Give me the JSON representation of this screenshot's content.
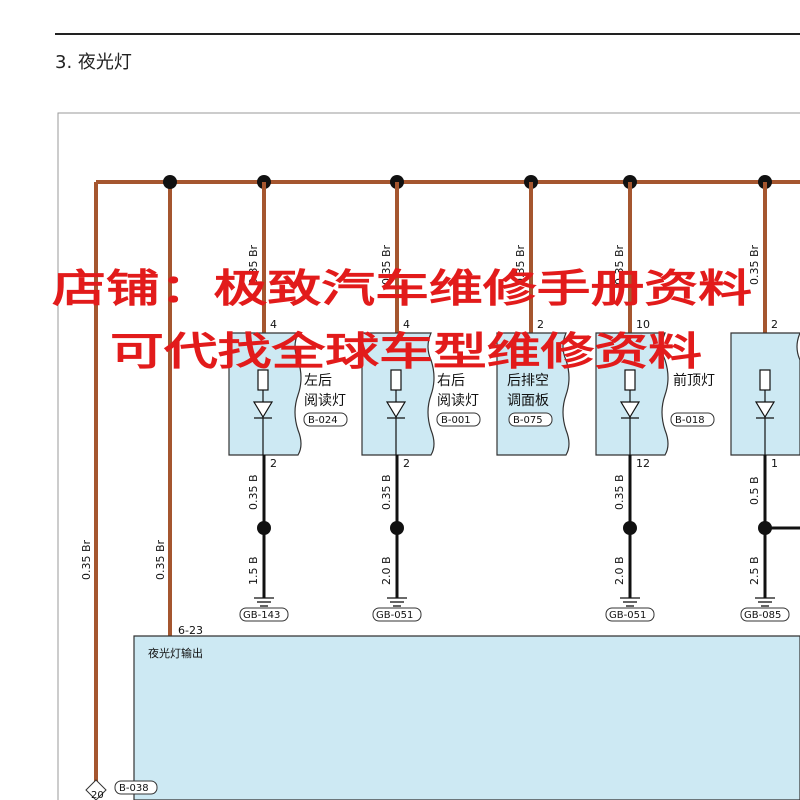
{
  "page": {
    "title": "3. 夜光灯"
  },
  "colors": {
    "wire_brown": "#a5562f",
    "wire_black": "#111111",
    "module_fill": "#cde9f3",
    "frame": "#999999",
    "watermark": "#e21b1b"
  },
  "wires": {
    "left_bus_label": "0.35 Br",
    "input_wire_label": "0.35 Br",
    "input_pin": "6-23",
    "ground_pin": "20",
    "ground_connector": "B-038"
  },
  "ecu": {
    "label": "夜光灯输出"
  },
  "branches": [
    {
      "top_wire": "0.35 Br",
      "top_pin": "4",
      "name_line1": "左后",
      "name_line2": "阅读灯",
      "connector": "B-024",
      "bottom_pin": "2",
      "bottom_wire": "0.35 B",
      "ground_wire": "1.5 B",
      "ground": "GB-143"
    },
    {
      "top_wire": "0.35 Br",
      "top_pin": "4",
      "name_line1": "右后",
      "name_line2": "阅读灯",
      "connector": "B-001",
      "bottom_pin": "2",
      "bottom_wire": "0.35 B",
      "ground_wire": "2.0 B",
      "ground": "GB-051"
    },
    {
      "top_wire": "0.35 Br",
      "top_pin": "2",
      "name_line1": "后排空",
      "name_line2": "调面板",
      "connector": "B-075"
    },
    {
      "top_wire": "0.35 Br",
      "top_pin": "10",
      "name_line1": "前顶灯",
      "name_line2": "",
      "connector": "B-018",
      "bottom_pin": "12",
      "bottom_wire": "0.35 B",
      "ground_wire": "2.0 B",
      "ground": "GB-051"
    },
    {
      "top_wire": "0.35 Br",
      "top_pin": "2",
      "bottom_pin": "1",
      "bottom_wire": "0.5 B",
      "ground_wire": "2.5 B",
      "ground": "GB-085"
    }
  ],
  "watermark": {
    "line1": "店铺：极致汽车维修手册资料",
    "line2": "可代找全球车型维修资料"
  }
}
